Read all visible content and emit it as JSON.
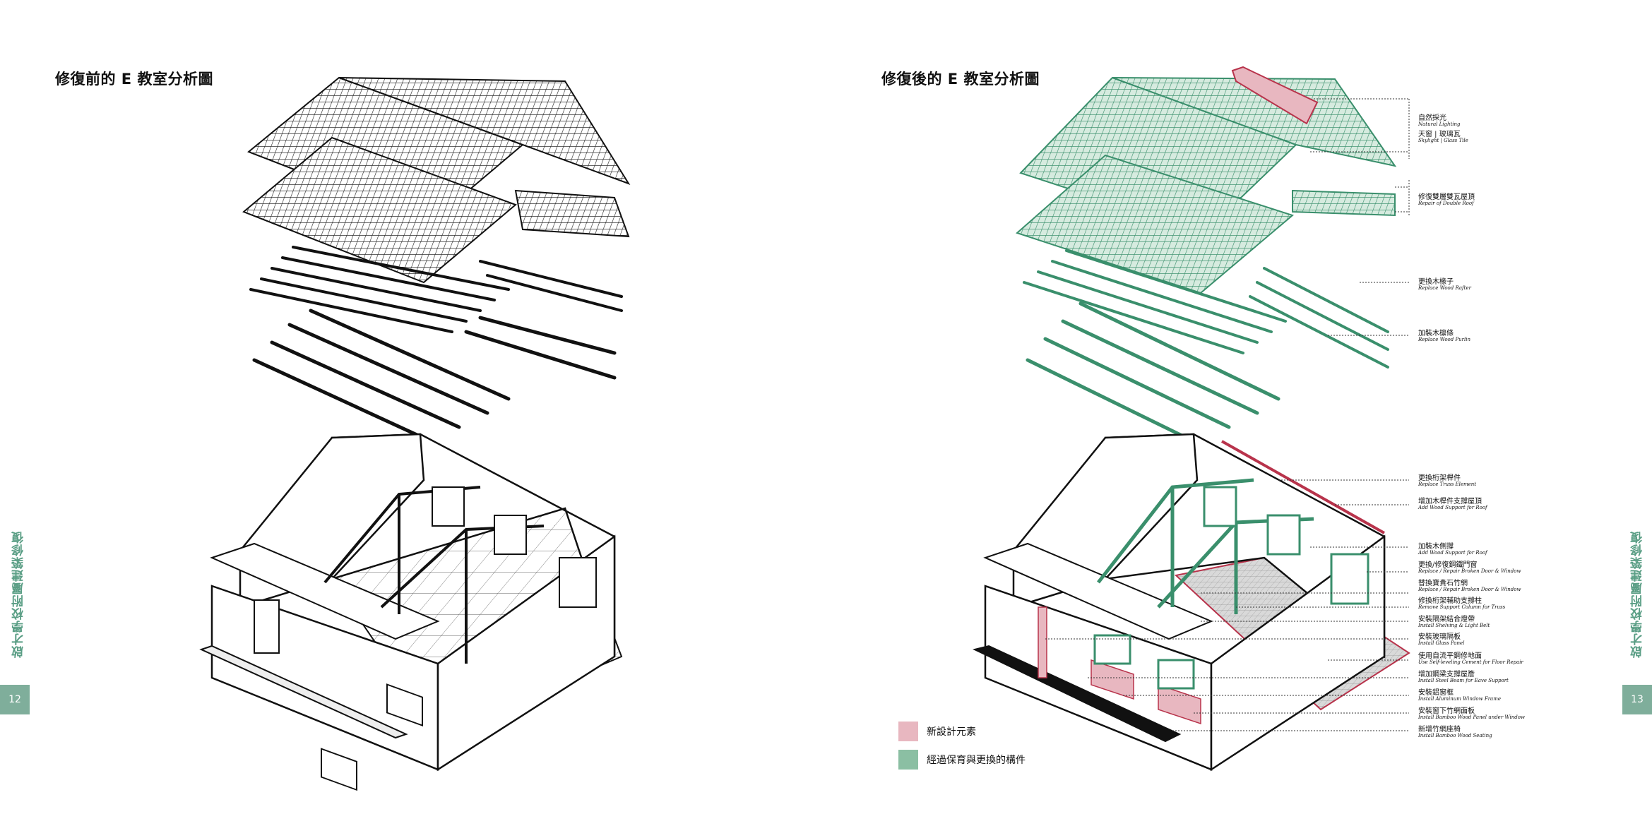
{
  "left_page": {
    "title": "修復前的 E 教室分析圖",
    "page_number": "12",
    "side_text": "啟才學校附屬建築修復"
  },
  "right_page": {
    "title": "修復後的 E 教室分析圖",
    "page_number": "13",
    "side_text": "啟才學校附屬建築修復"
  },
  "colors": {
    "new_design": "#e8b7c0",
    "retained": "#8bbfa3",
    "green_line": "#3a8f6c",
    "red_line": "#b8334b",
    "tab": "#7fae9b"
  },
  "legend": [
    {
      "label": "新設計元素",
      "color": "#e8b7c0"
    },
    {
      "label": "經過保育與更換的構件",
      "color": "#8bbfa3"
    }
  ],
  "annotations": [
    {
      "zh": "自然採光",
      "en": "Natural Lighting"
    },
    {
      "zh": "天窗 | 玻璃瓦",
      "en": "Skylight | Glass Tile"
    },
    {
      "zh": "修復雙層雙瓦屋頂",
      "en": "Repair of Double Roof"
    },
    {
      "zh": "更換木椽子",
      "en": "Replace Wood Rafter"
    },
    {
      "zh": "加裝木檩條",
      "en": "Replace Wood Purlin"
    },
    {
      "zh": "更換桁架桿件",
      "en": "Replace Truss Element"
    },
    {
      "zh": "增加木桿件支撐屋頂",
      "en": "Add Wood Support for Roof"
    },
    {
      "zh": "加裝木側撐",
      "en": "Add Wood Support for Roof"
    },
    {
      "zh": "更換/修復鋼鐵門窗",
      "en": "Replace / Repair Broken Door & Window"
    },
    {
      "zh": "替換寶貴石竹網",
      "en": "Replace / Repair Broken Door & Window"
    },
    {
      "zh": "修換桁架輔助支撐柱",
      "en": "Remove Support Column for Truss"
    },
    {
      "zh": "安裝隔架結合燈帶",
      "en": "Install Shelving & Light Belt"
    },
    {
      "zh": "安裝玻璃隔板",
      "en": "Install Glass Panel"
    },
    {
      "zh": "使用自流平鋼修地面",
      "en": "Use Self-leveling Cement for Floor Repair"
    },
    {
      "zh": "增加鋼梁支撐屋簷",
      "en": "Install Steel Beam for Eave Support"
    },
    {
      "zh": "安裝鋁窗框",
      "en": "Install Aluminum Window Frame"
    },
    {
      "zh": "安裝窗下竹網面板",
      "en": "Install Bamboo Wood Panel under Window"
    },
    {
      "zh": "新增竹網座椅",
      "en": "Install Bamboo Wood Seating"
    }
  ]
}
